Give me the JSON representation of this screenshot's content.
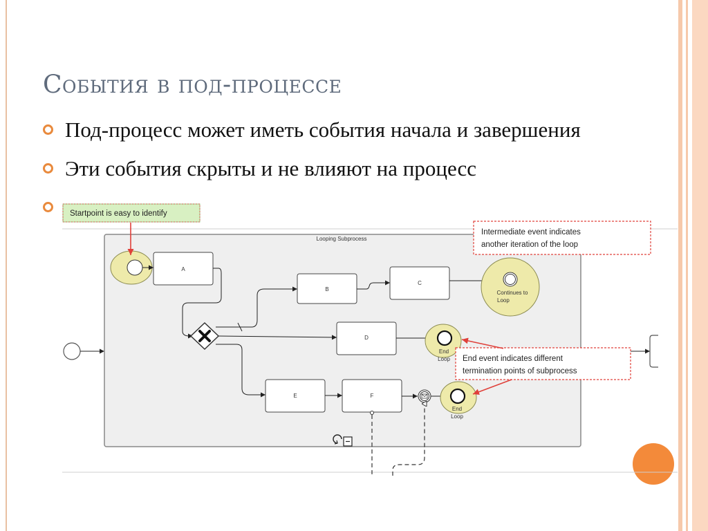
{
  "slide": {
    "title": "События в под-процессе",
    "bullets": [
      "Под-процесс может иметь события начала и завершения",
      "Эти события скрыты и не влияют на процесс",
      ""
    ]
  },
  "diagram": {
    "subprocess_label": "Looping Subprocess",
    "tasks": {
      "a": "A",
      "b": "B",
      "c": "C",
      "d": "D",
      "e": "E",
      "f": "F"
    },
    "continue_event_label": [
      "Continues to",
      "Loop"
    ],
    "end_label": [
      "End",
      "Loop"
    ],
    "annotations": {
      "startpoint": "Startpoint is easy to identify",
      "intermediate": [
        "Intermediate event indicates",
        "another iteration of the loop"
      ],
      "end": [
        "End event indicates different",
        "termination points of subprocess"
      ]
    }
  },
  "colors": {
    "accent": "#e98a3d",
    "title": "#5f6b7c",
    "event_fill": "#eeeaaa",
    "annotation_red": "#e0403a",
    "subprocess_fill": "#efefef"
  }
}
